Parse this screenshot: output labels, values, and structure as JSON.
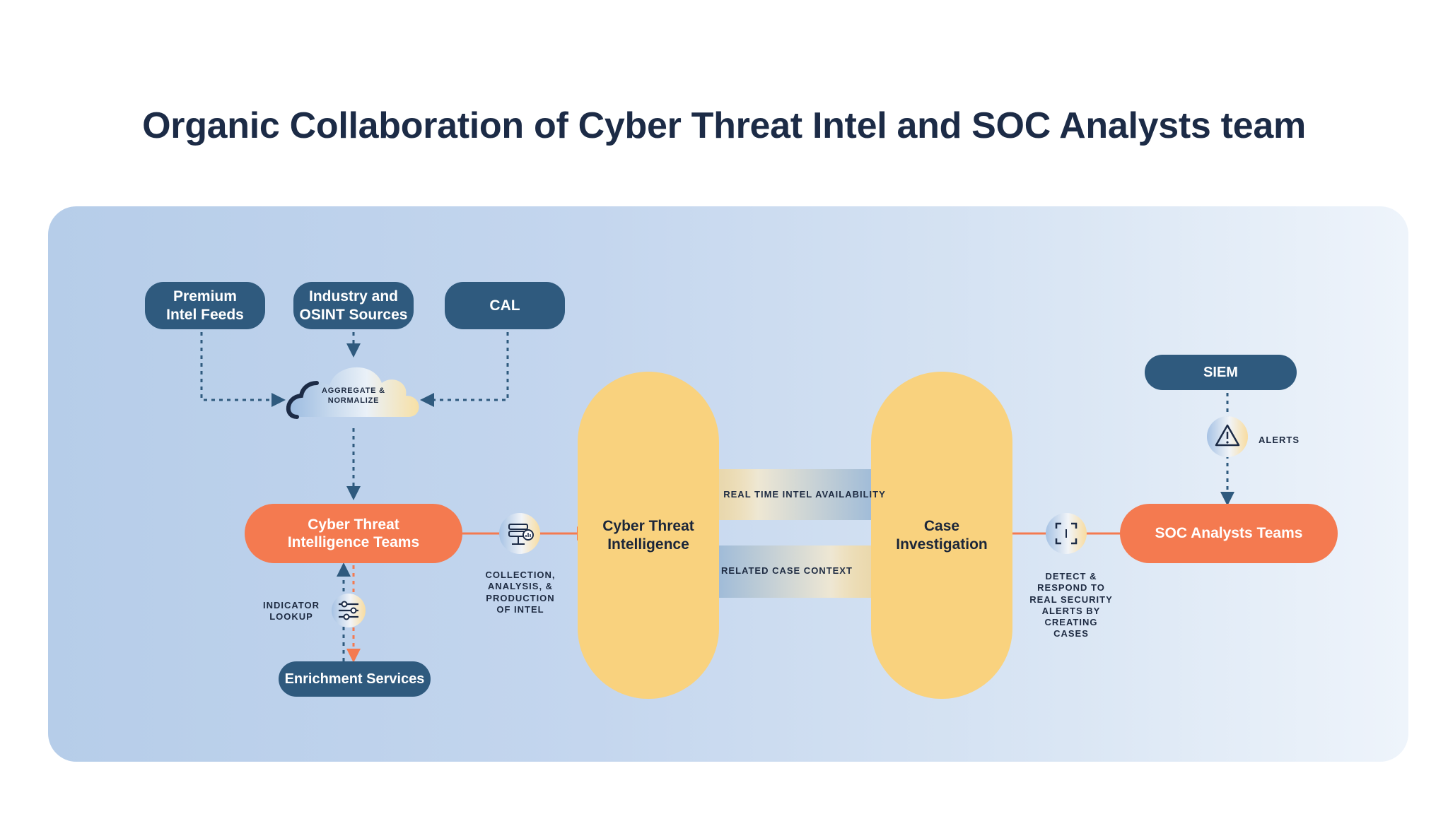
{
  "title": "Organic Collaboration of Cyber Threat Intel and SOC Analysts team",
  "nodes": {
    "premium_feeds": "Premium\nIntel Feeds",
    "industry_sources": "Industry and\nOSINT Sources",
    "cal": "CAL",
    "aggregate": "AGGREGATE &\nNORMALIZE",
    "cti_teams": "Cyber Threat\nIntelligence Teams",
    "enrichment": "Enrichment Services",
    "cti": "Cyber Threat\nIntelligence",
    "case": "Case\nInvestigation",
    "siem": "SIEM",
    "soc_teams": "SOC Analysts Teams"
  },
  "labels": {
    "indicator_lookup": "INDICATOR\nLOOKUP",
    "collection": "COLLECTION,\nANALYSIS, &\nPRODUCTION\nOF INTEL",
    "real_time": "REAL TIME INTEL AVAILABILITY",
    "related_case": "RELATED CASE CONTEXT",
    "alerts": "ALERTS",
    "detect": "DETECT &\nRESPOND TO\nREAL SECURITY\nALERTS BY\nCREATING\nCASES"
  },
  "icons": {
    "cloud": "cloud-icon",
    "sliders": "sliders-icon",
    "server": "server-analytics-icon",
    "warning": "warning-icon",
    "scan": "scan-focus-icon"
  },
  "colors": {
    "dark_node": "#2f5a7e",
    "orange_node": "#f47a50",
    "pill": "#f9d27e",
    "title": "#1c2b46",
    "arrow_dark": "#2f5a7e",
    "arrow_orange": "#f47a50"
  }
}
